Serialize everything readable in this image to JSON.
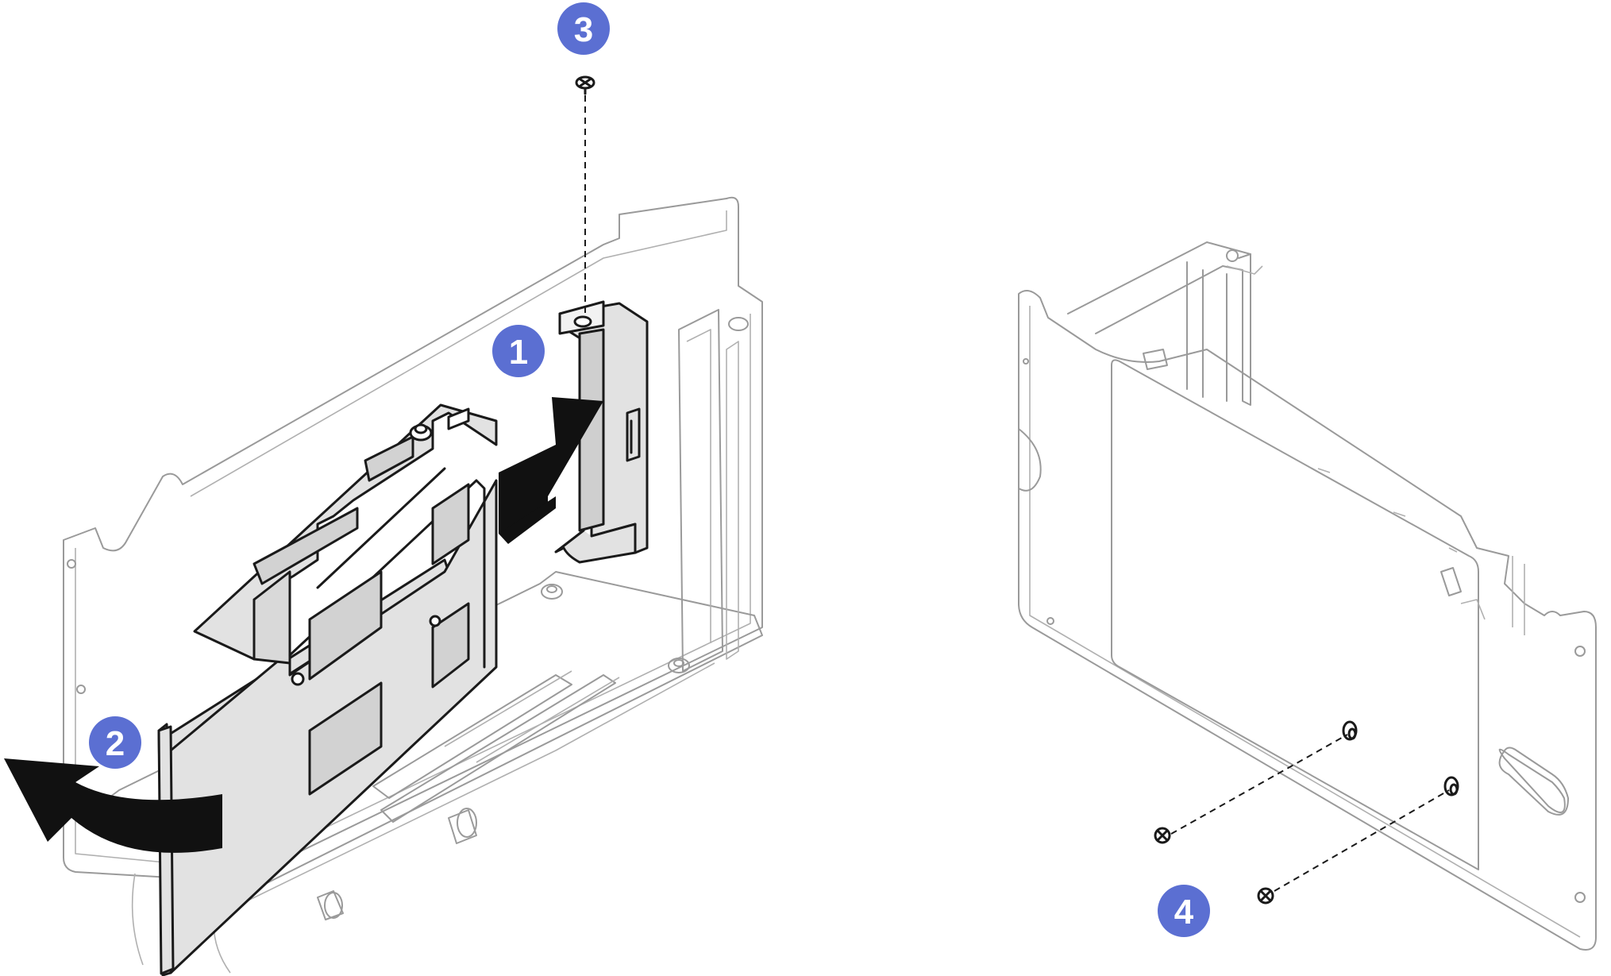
{
  "figure": {
    "colors": {
      "callout": "#5b6fd2",
      "callout_text": "#ffffff",
      "arrow": "#111111",
      "part_fill": "#e2e2e2",
      "outline_light": "#9a9a9a",
      "outline_dark": "#1a1a1a"
    },
    "callouts": [
      "3",
      "1",
      "2",
      "4"
    ],
    "icons": [
      "screw-icon",
      "curved-arrow-icon",
      "straight-arrow-icon"
    ]
  }
}
